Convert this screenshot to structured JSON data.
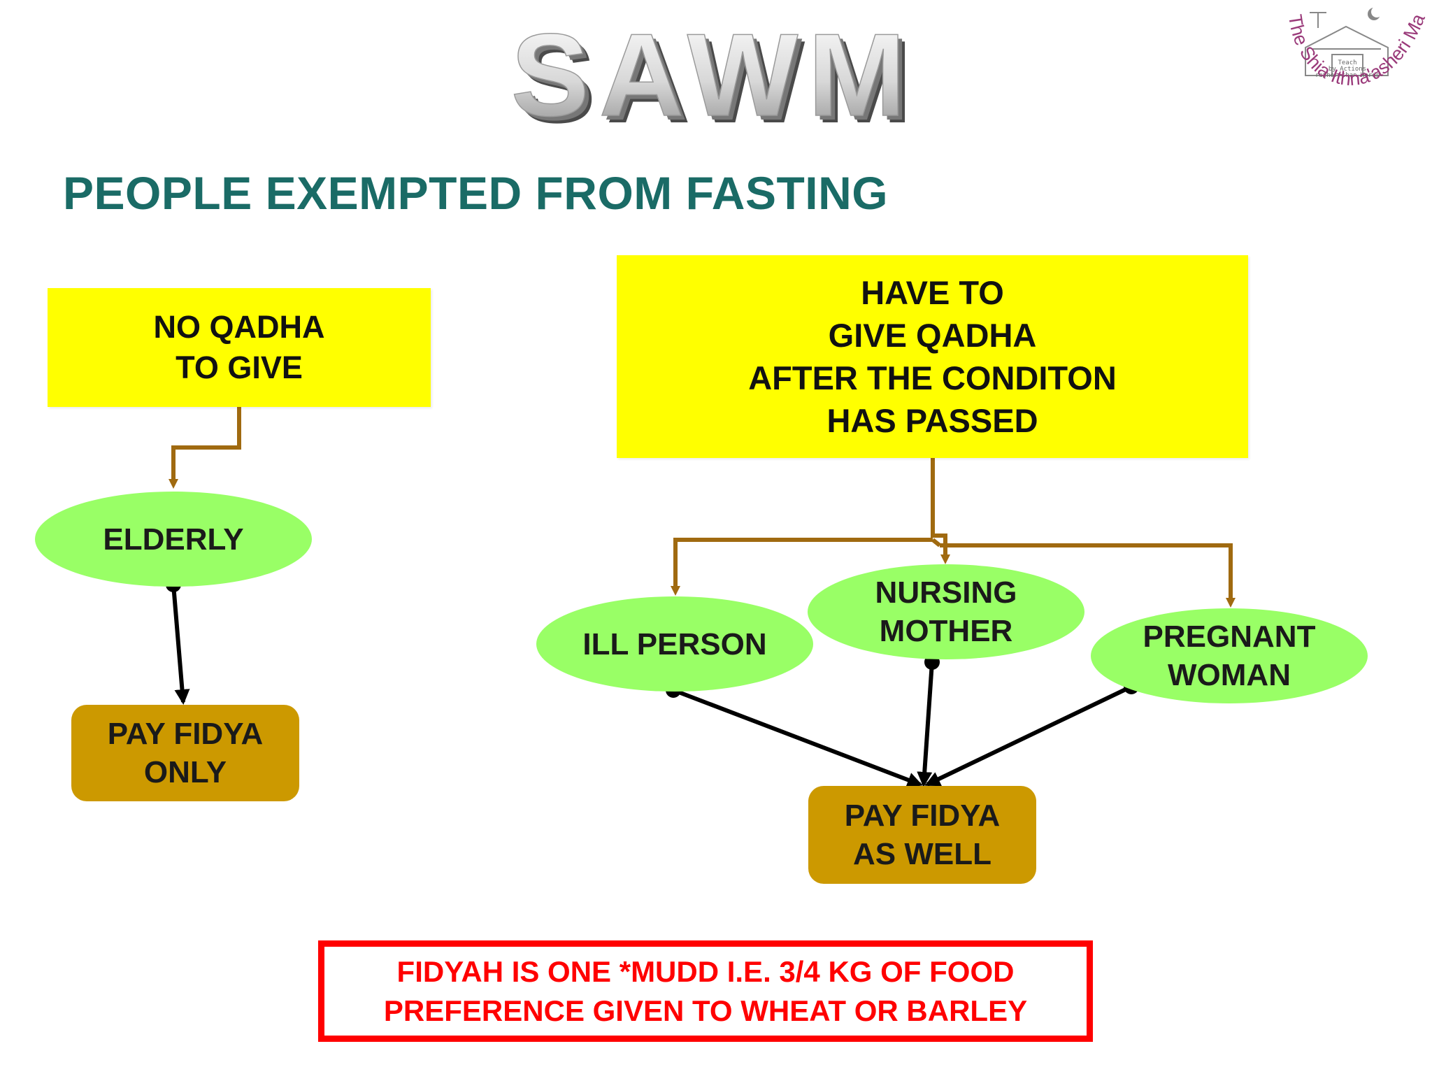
{
  "banner": {
    "title": "SAWM"
  },
  "heading": "PEOPLE EXEMPTED FROM FASTING",
  "left_branch": {
    "category": "NO QADHA\nTO GIVE",
    "person": "ELDERLY",
    "outcome": "PAY FIDYA\nONLY"
  },
  "right_branch": {
    "category": "HAVE TO\nGIVE QADHA\nAFTER THE CONDITON\nHAS PASSED",
    "people": [
      {
        "label": "ILL PERSON"
      },
      {
        "label": "NURSING\nMOTHER"
      },
      {
        "label": "PREGNANT\nWOMAN"
      }
    ],
    "outcome": "PAY FIDYA\nAS WELL"
  },
  "note": "FIDYAH IS ONE *MUDD I.E. 3/4 KG OF FOOD\nPREFERENCE GIVEN TO WHEAT OR BARLEY",
  "logo": {
    "arc_text": "The Shia Ithna'asheri Madressa",
    "badge_text": [
      "Teach",
      "by Actions",
      "rather than Words"
    ]
  },
  "colors": {
    "heading": "#1a6b66",
    "category_box": "#ffff00",
    "person_oval": "#99ff66",
    "outcome_box": "#cc9900",
    "note_border": "#ff0000",
    "branch_line": "#a06a10",
    "result_arrow": "#000000",
    "logo_text": "#9a3a7a"
  }
}
